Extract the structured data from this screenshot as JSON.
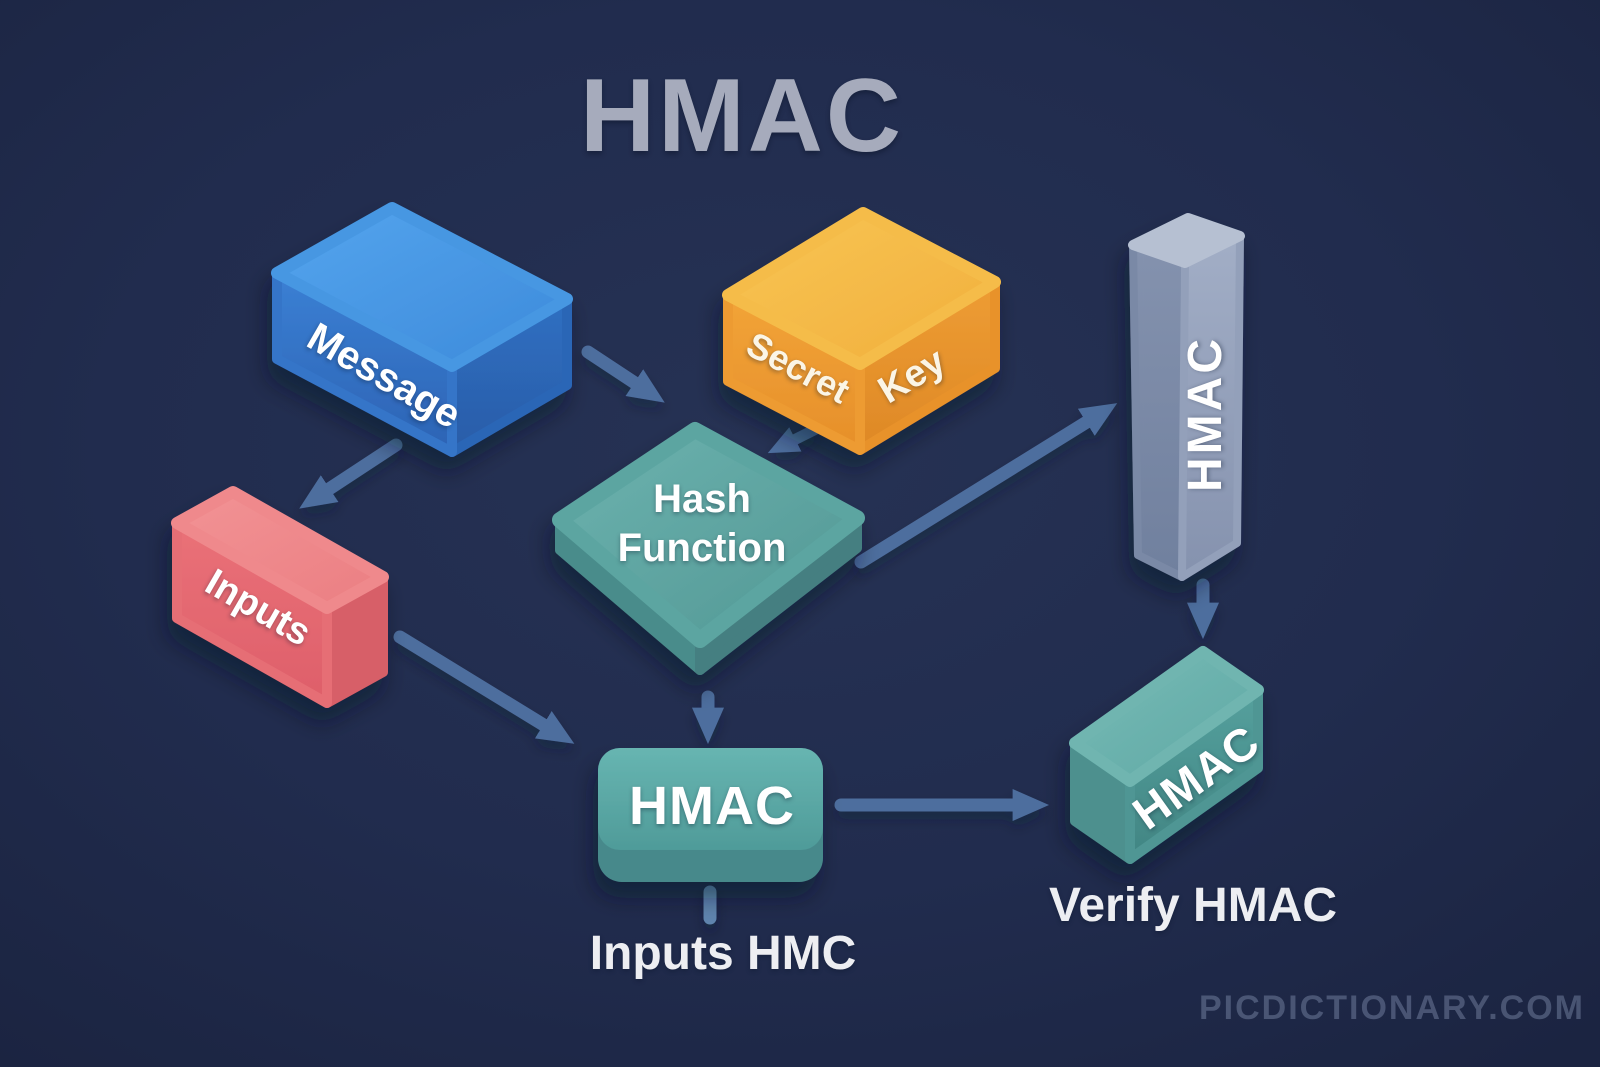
{
  "title": "HMAC",
  "nodes": {
    "message": {
      "label": "Message",
      "color": "#3F8EDC"
    },
    "secret_key": {
      "word1": "Secret",
      "word2": "Key",
      "color": "#F2B13E"
    },
    "hash_function": {
      "line1": "Hash",
      "line2": "Function",
      "color": "#549B99"
    },
    "inputs": {
      "label": "Inputs",
      "color": "#E97077"
    },
    "hmac_pillar": {
      "label": "HMAC",
      "color": "#8E9BB6"
    },
    "hmac_result": {
      "label": "HMAC",
      "color": "#57A7A4"
    },
    "hmac_verify": {
      "label": "HMAC",
      "color": "#4F9694"
    }
  },
  "captions": {
    "inputs_hmc": "Inputs HMC",
    "verify_hmac": "Verify HMAC"
  },
  "watermark": "PICDICTIONARY.COM",
  "colors": {
    "background": "#1F2A4A",
    "arrow": "#4E6E9E",
    "connector_stub": "#5E84AE",
    "title_text": "#A6ABBC",
    "caption_text": "#EDEEF2",
    "watermark_text": "#808EAE"
  }
}
